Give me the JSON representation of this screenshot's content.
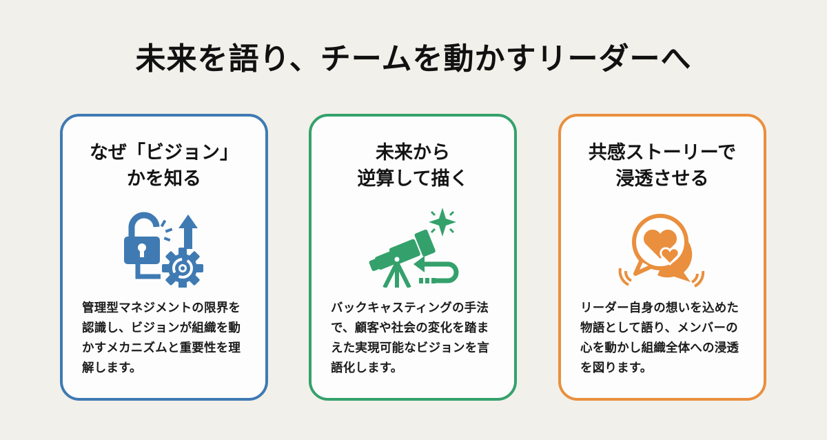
{
  "page": {
    "title": "未来を語り、チームを動かすリーダーへ",
    "background_color": "#f2f0ea"
  },
  "cards": [
    {
      "accent_color": "#3f7ab3",
      "title_lines": [
        "なぜ「ビジョン」",
        "かを知る"
      ],
      "icon": "unlock-gear-arrow-up-icon",
      "body_lines": [
        "管理型マネジメントの限界を",
        "認識し、ビジョンが組織を動",
        "かすメカニズムと重要性を理",
        "解します。"
      ]
    },
    {
      "accent_color": "#34a16c",
      "title_lines": [
        "未来から",
        "逆算して描く"
      ],
      "icon": "telescope-star-return-arrow-icon",
      "body_lines": [
        "バックキャスティングの手法",
        "で、顧客や社会の変化を踏ま",
        "えた実現可能なビジョンを言",
        "語化します。"
      ]
    },
    {
      "accent_color": "#e98f3e",
      "title_lines": [
        "共感ストーリーで",
        "浸透させる"
      ],
      "icon": "speech-bubbles-hearts-icon",
      "body_lines": [
        "リーダー自身の想いを込めた",
        "物語として語り、メンバーの",
        "心を動かし組織全体への浸透",
        "を図ります。"
      ]
    }
  ]
}
